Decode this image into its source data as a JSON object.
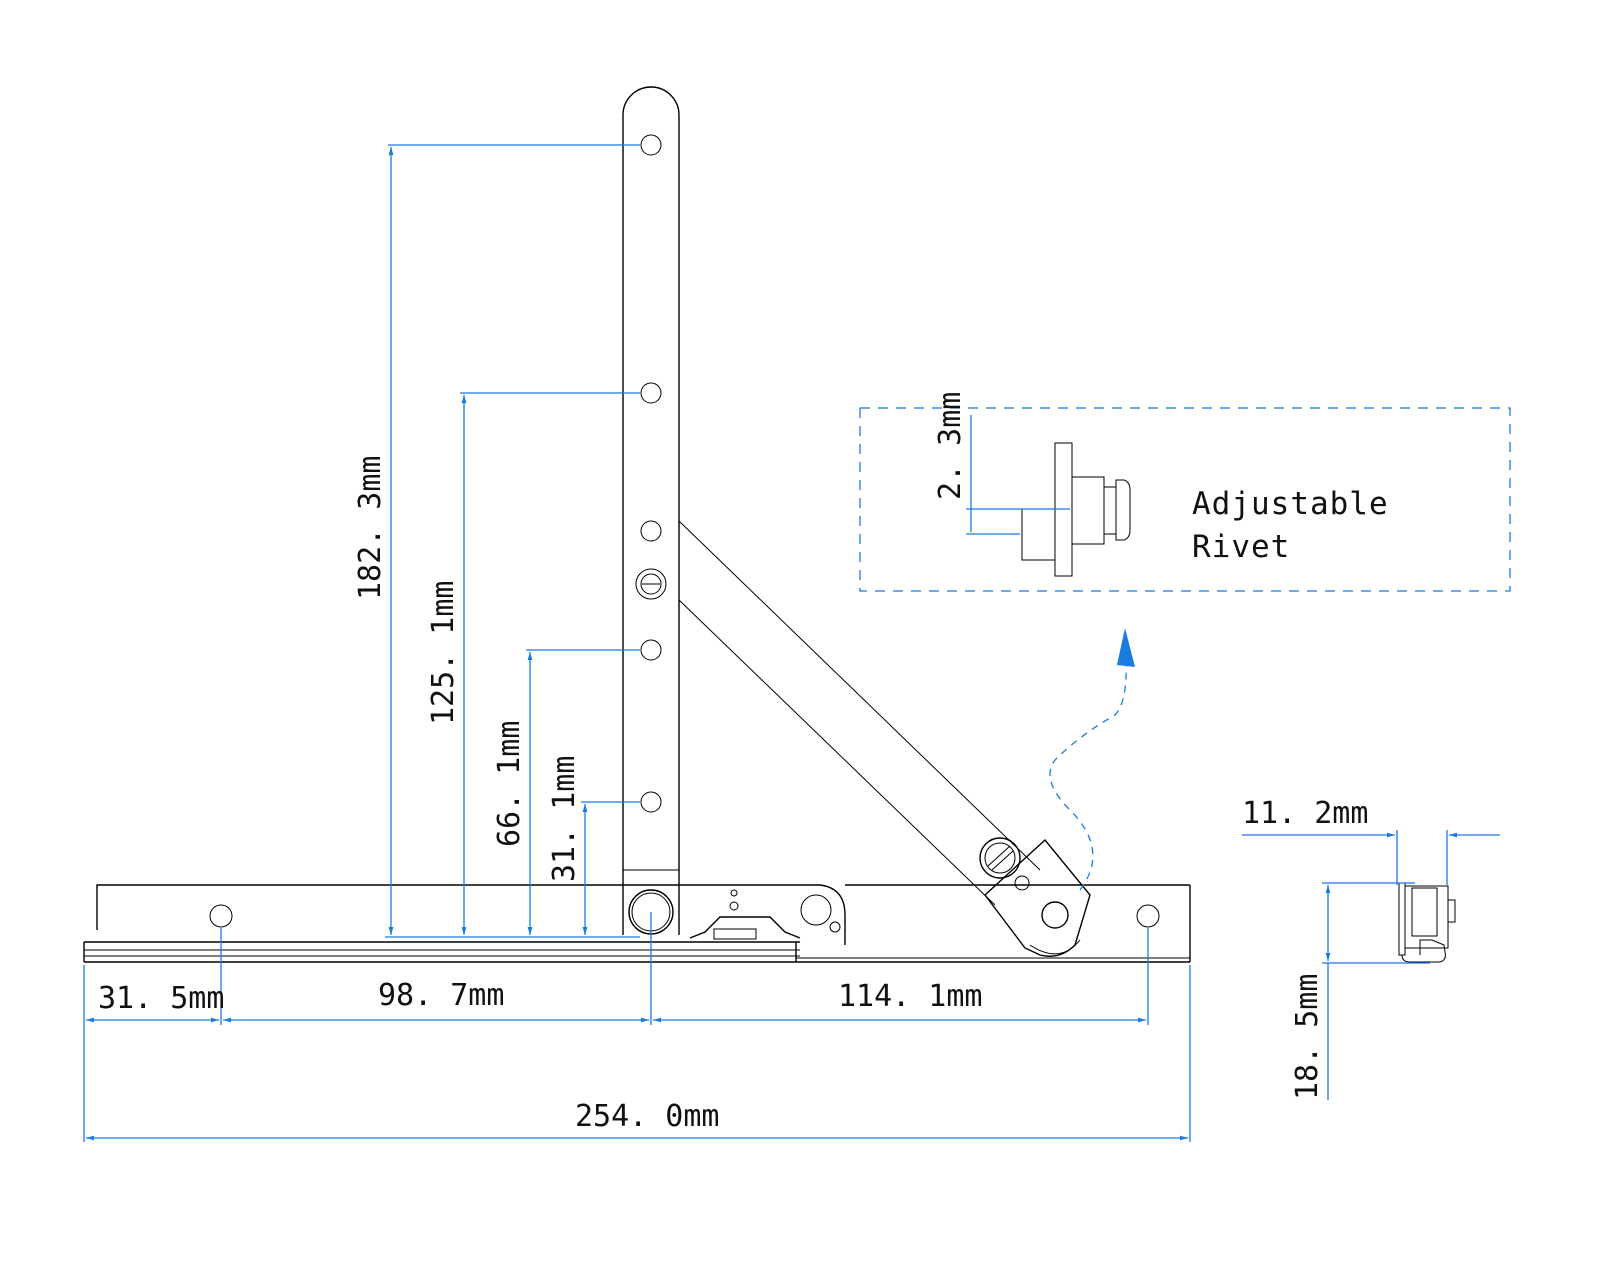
{
  "drawing": {
    "dimensions": {
      "arm_hole_1": "182. 3mm",
      "arm_hole_2": "125. 1mm",
      "arm_hole_3": "66. 1mm",
      "arm_hole_4": "31. 1mm",
      "base_left": "31. 5mm",
      "base_mid": "98. 7mm",
      "base_right": "114. 1mm",
      "overall": "254. 0mm",
      "side_width": "11. 2mm",
      "side_height": "18. 5mm",
      "rivet_offset": "2. 3mm"
    },
    "callout": {
      "line1": "Adjustable",
      "line2": "Rivet"
    },
    "colors": {
      "dimension": "#1a7be0",
      "outline": "#000000"
    }
  }
}
